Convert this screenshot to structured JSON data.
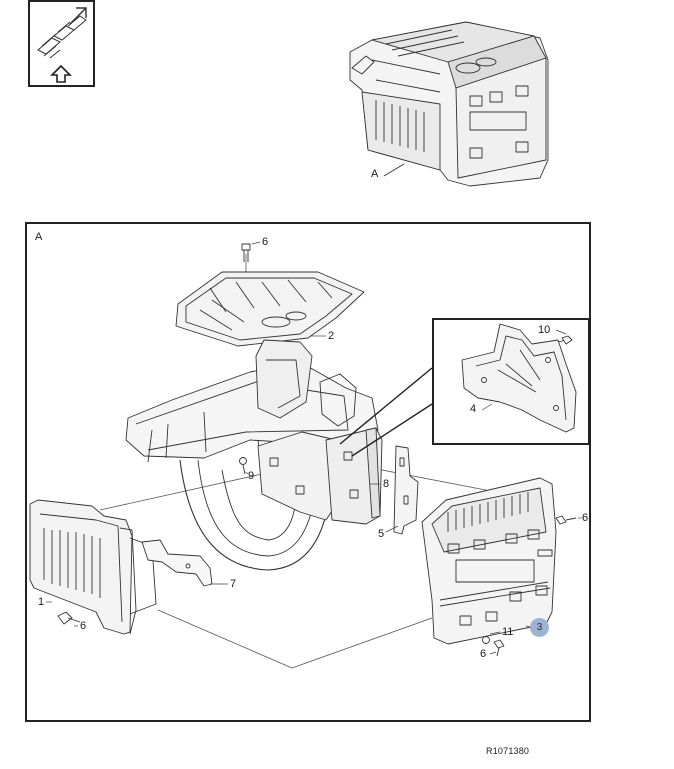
{
  "view_reference_label": "A",
  "frame_label": "A",
  "callouts": {
    "c1": "1",
    "c2": "2",
    "c3": "3",
    "c4": "4",
    "c5": "5",
    "c6a": "6",
    "c6b": "6",
    "c6c": "6",
    "c6d": "6",
    "c7": "7",
    "c8": "8",
    "c9": "9",
    "c10": "10",
    "c11": "11"
  },
  "highlight_color": "#9eb3d2",
  "reference_code": "R1071380",
  "icons": {
    "orientation": "orientation-arrow-icon"
  }
}
